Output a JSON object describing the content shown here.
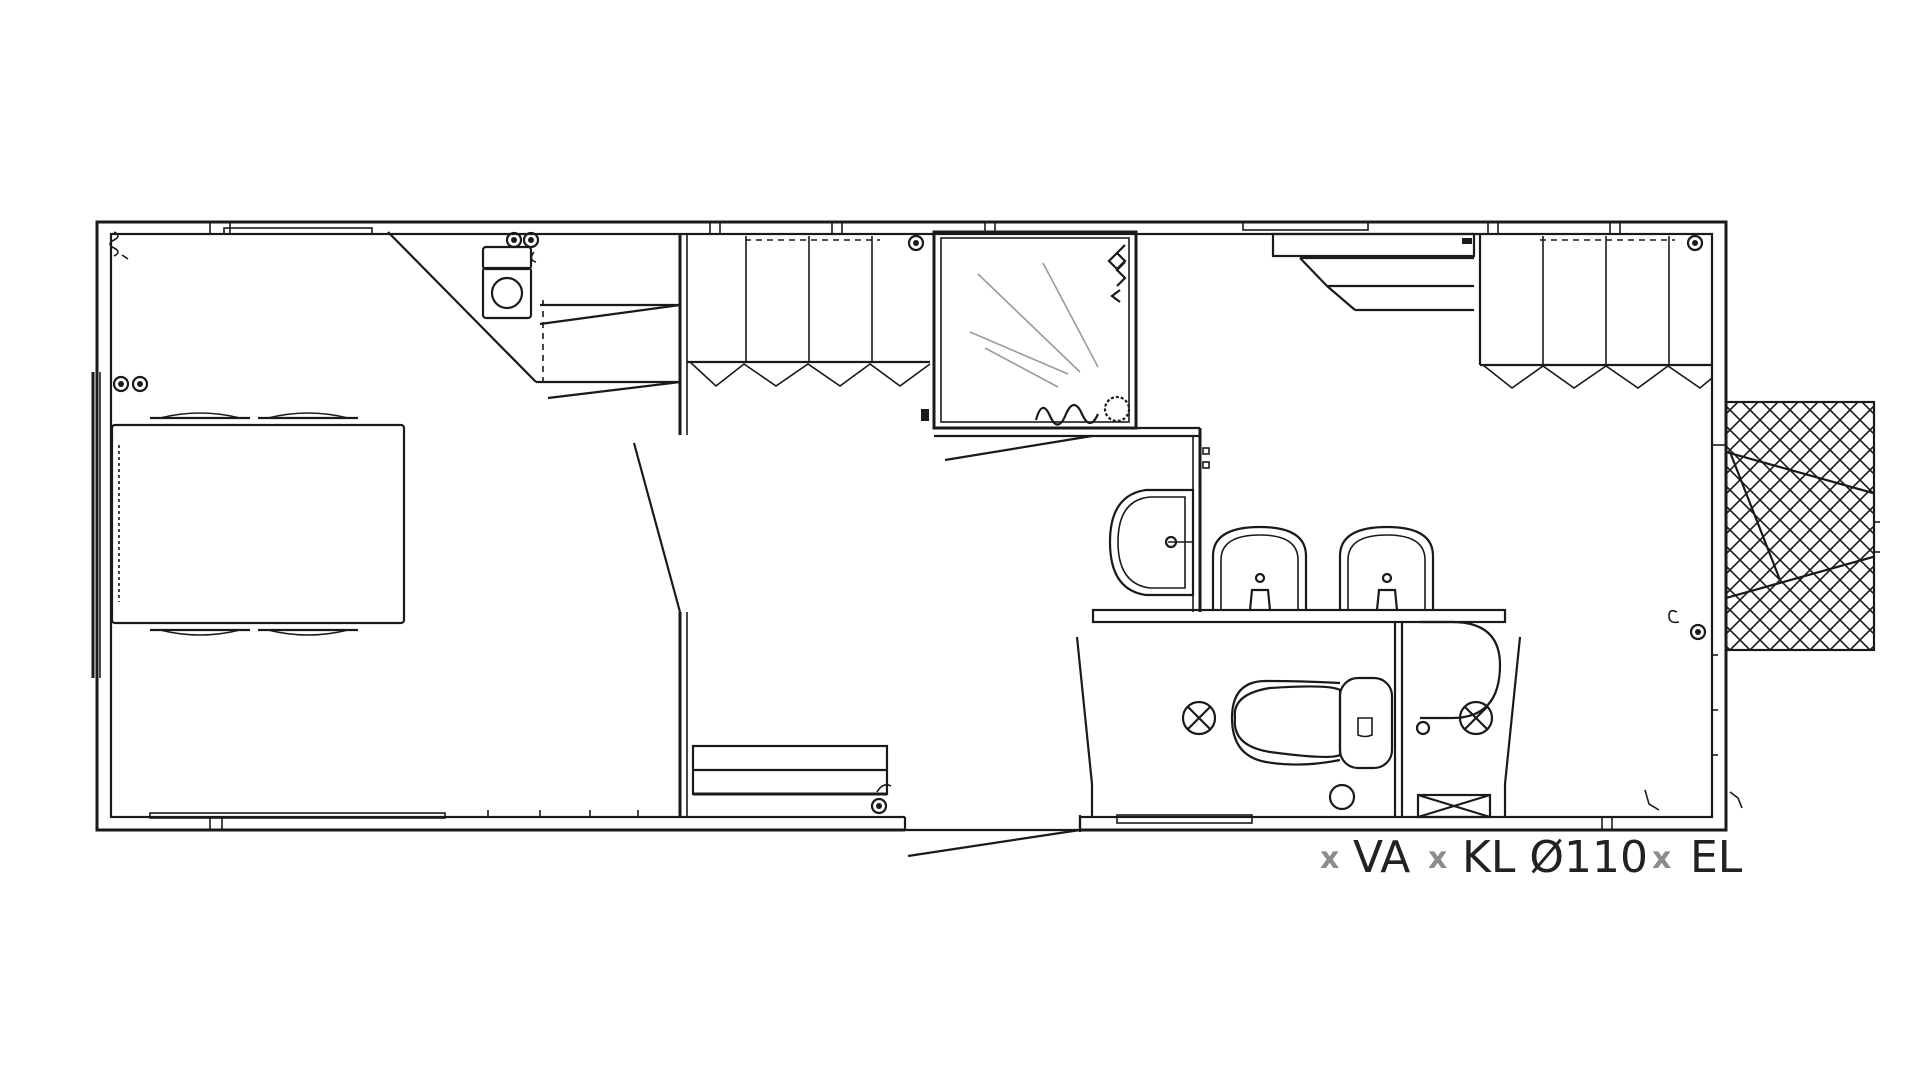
{
  "legend": {
    "items": [
      {
        "marker": "x",
        "label": "VA"
      },
      {
        "marker": "x",
        "label": "KL Ø110"
      },
      {
        "marker": "x",
        "label": "EL"
      }
    ]
  },
  "colors": {
    "line": "#1a1a1a",
    "legend_marker": "#8c8c8c",
    "background": "#ffffff"
  }
}
